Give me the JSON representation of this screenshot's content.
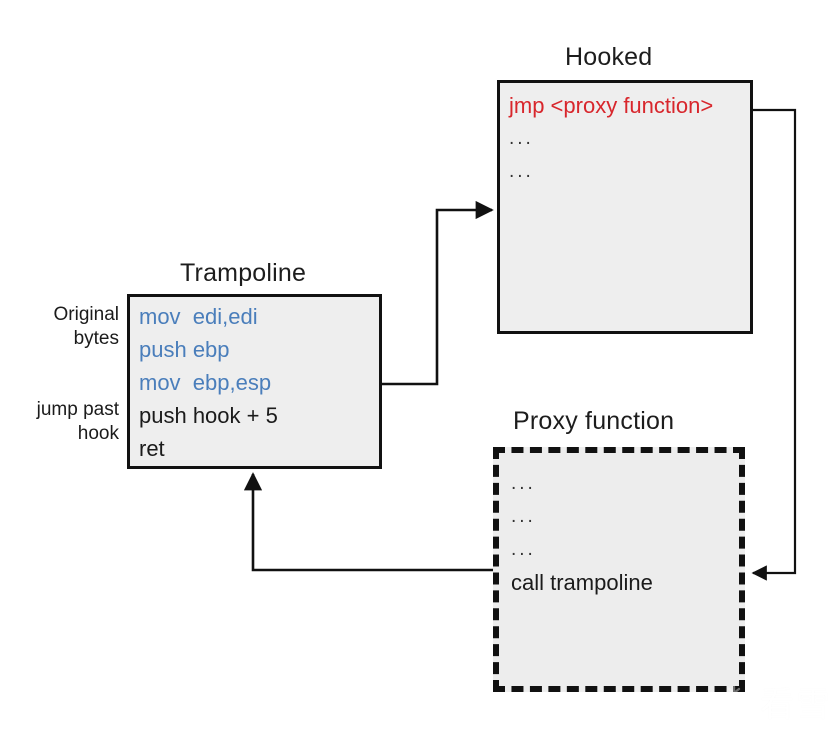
{
  "diagram": {
    "title_hooked": "Hooked",
    "title_trampoline": "Trampoline",
    "title_proxy": "Proxy function",
    "colors": {
      "original_bytes_blue": "#4a7ebb",
      "hook_jmp_red": "#d8262c",
      "box_fill": "#eeeeee",
      "box_border": "#111111"
    }
  },
  "hooked_box": {
    "title": "Hooked",
    "lines": [
      {
        "text": "jmp <proxy function>",
        "style": "red"
      },
      {
        "text": "...",
        "style": "dots"
      },
      {
        "text": "...",
        "style": "dots"
      }
    ]
  },
  "trampoline_box": {
    "title": "Trampoline",
    "lines": [
      {
        "text": "mov  edi,edi",
        "style": "blue"
      },
      {
        "text": "push ebp",
        "style": "blue"
      },
      {
        "text": "mov  ebp,esp",
        "style": "blue"
      },
      {
        "text": "push hook + 5",
        "style": "plain"
      },
      {
        "text": "ret",
        "style": "plain"
      }
    ],
    "annotations": {
      "original_bytes": "Original\nbytes",
      "jump_past_hook": "jump past\nhook"
    }
  },
  "proxy_box": {
    "title": "Proxy function",
    "lines": [
      {
        "text": "...",
        "style": "dots"
      },
      {
        "text": "...",
        "style": "dots"
      },
      {
        "text": "...",
        "style": "dots"
      },
      {
        "text": "call trampoline",
        "style": "plain"
      }
    ]
  },
  "connectors": [
    {
      "name": "trampoline-to-hooked",
      "from": "trampoline.right",
      "to": "hooked.left"
    },
    {
      "name": "hooked-to-proxy",
      "from": "hooked.right",
      "to": "proxy.right"
    },
    {
      "name": "proxy-to-trampoline",
      "from": "proxy.left",
      "to": "trampoline.bottom"
    }
  ],
  "watermark": {
    "text": "看雪"
  }
}
